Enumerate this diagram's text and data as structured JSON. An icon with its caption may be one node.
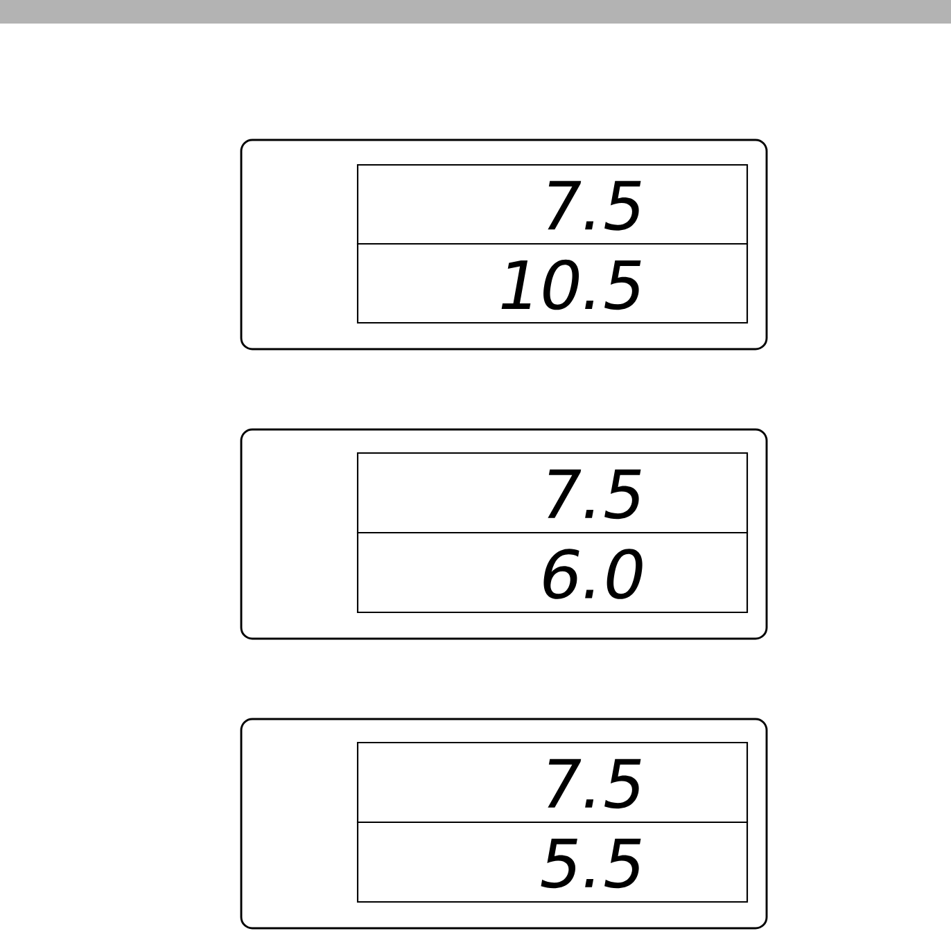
{
  "diagram": {
    "nodes": [
      {
        "text": [],
        "shape": "box"
      },
      {
        "text": [
          "7.5"
        ],
        "in": 0
      },
      {
        "text": [
          "10.5"
        ],
        "in": 0
      },
      {
        "text": [],
        "shape": "box"
      },
      {
        "text": [
          "7.5"
        ],
        "in": 3
      },
      {
        "text": [
          "6.0"
        ],
        "in": 3
      },
      {
        "text": [],
        "shape": "box"
      },
      {
        "text": [
          "7.5"
        ],
        "in": 6
      },
      {
        "text": [
          "5.5"
        ],
        "in": 6
      }
    ]
  }
}
